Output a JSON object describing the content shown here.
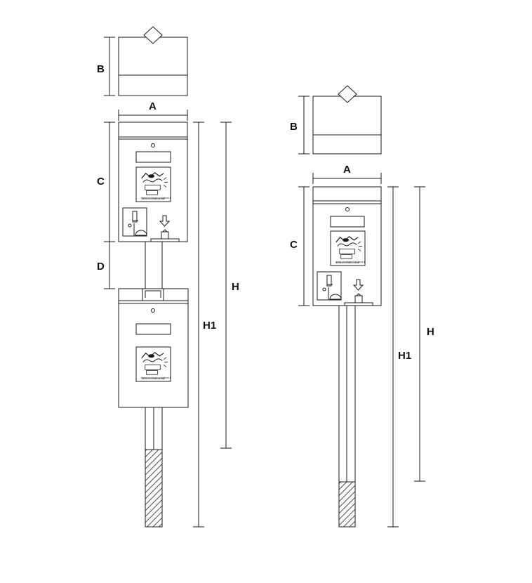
{
  "colors": {
    "line": "#1a1a1a",
    "background": "#ffffff"
  },
  "left_unit": {
    "dims": {
      "A": "A",
      "B": "B",
      "C": "C",
      "D": "D",
      "H": "H",
      "H1": "H1"
    },
    "logo_url": "www.ecologicodogbox.it"
  },
  "right_unit": {
    "dims": {
      "A": "A",
      "B": "B",
      "C": "C",
      "H": "H",
      "H1": "H1"
    },
    "logo_url": "www.ecologicodogbox.it"
  },
  "icons": [
    "dog-logo-icon",
    "arrow-down-icon",
    "coin-slot-icon",
    "lock-icon"
  ]
}
